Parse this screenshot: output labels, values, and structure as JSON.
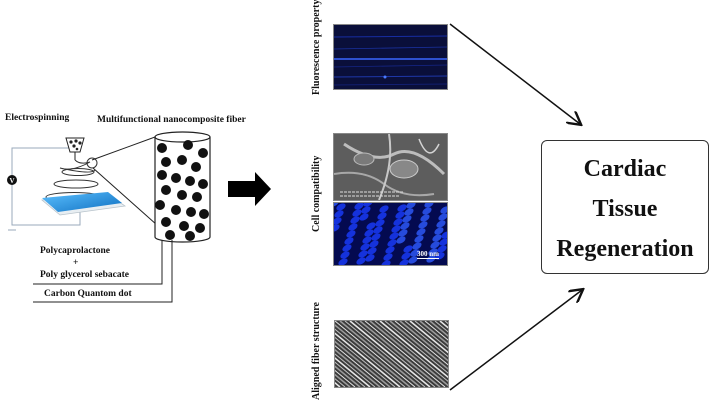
{
  "labels": {
    "electrospinning": "Electrospinning",
    "nanofiber": "Multifunctional nanocomposite fiber",
    "pcl": "Polycaprolactone",
    "plus": "+",
    "pgs": "Poly glycerol sebacate",
    "cqd": "Carbon Quantom dot",
    "voltage": "V"
  },
  "properties": [
    {
      "label": "Fluorescence property"
    },
    {
      "label": "Cell compatibility",
      "scale_bar": "300 nm"
    },
    {
      "label": "Aligned fiber structure"
    }
  ],
  "result": {
    "line1": "Cardiac",
    "line2": "Tissue",
    "line3": "Regeneration"
  },
  "colors": {
    "collector": "#1f8fd6",
    "fluorescence": "#0a0f3a",
    "cells": "#0a2adf"
  }
}
